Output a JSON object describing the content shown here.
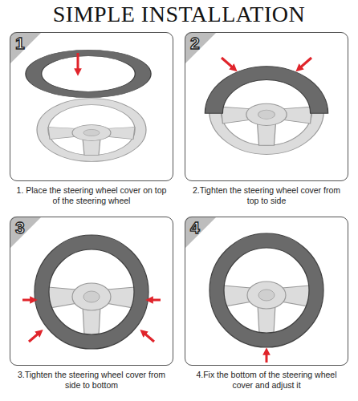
{
  "diagram": {
    "title": "SIMPLE INSTALLATION",
    "nodes": [
      {
        "text": [
          "1",
          "1. Place the steering wheel cover on top of the steering wheel"
        ]
      },
      {
        "text": [
          "2",
          "2.Tighten the steering wheel cover from top to side"
        ]
      },
      {
        "text": [
          "3",
          "3.Tighten the steering wheel cover from side to bottom"
        ]
      },
      {
        "text": [
          "4",
          "4.Fix the bottom of the steering wheel cover and adjust it"
        ]
      }
    ]
  }
}
